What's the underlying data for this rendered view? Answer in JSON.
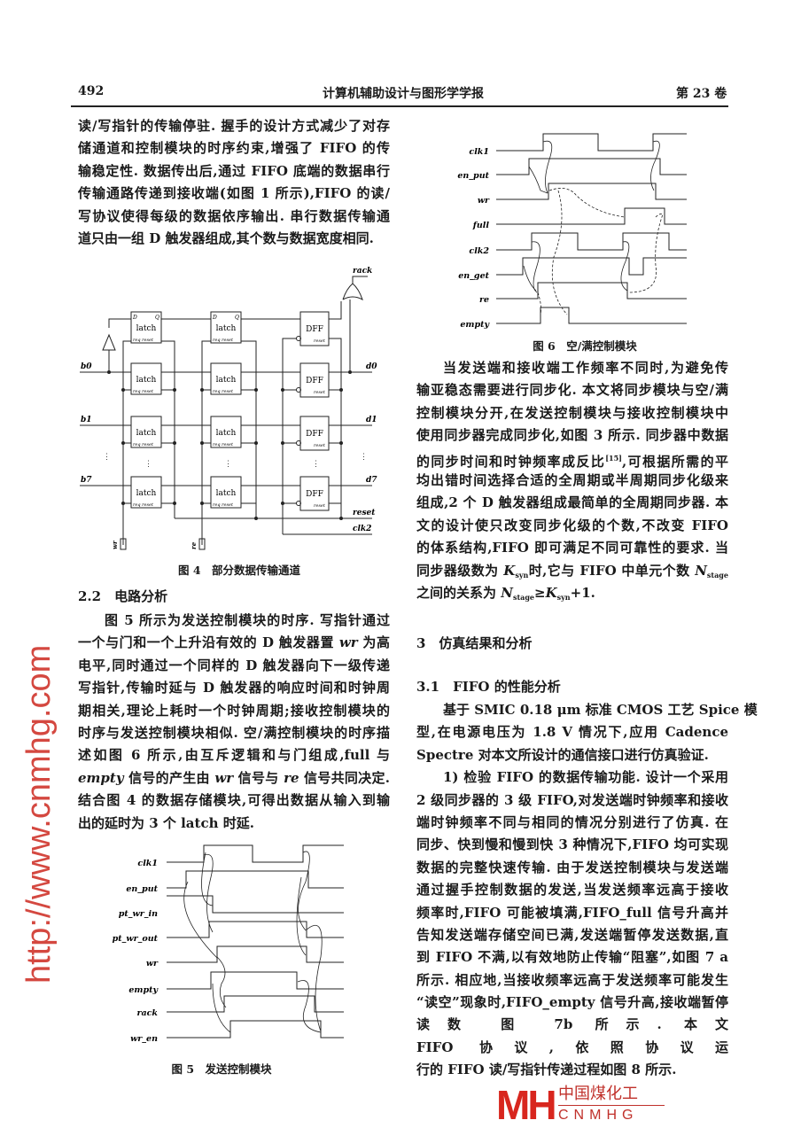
{
  "header": {
    "page_number": "492",
    "journal": "计算机辅助设计与图形学学报",
    "volume": "第 23 卷"
  },
  "left_col": {
    "para1": [
      "读/写指针的传输停驻. 握手的设计方式减少了对存",
      "储通道和控制模块的时序约束,增强了 FIFO 的传",
      "输稳定性. 数据传出后,通过 FIFO 底端的数据串行",
      "传输通路传递到接收端(如图 1 所示),FIFO 的读/",
      "写协议使得每级的数据依序输出. 串行数据传输通",
      "道只由一组 D 触发器组成,其个数与数据宽度相同."
    ],
    "fig4": {
      "caption": "图 4　部分数据传输通道",
      "latch": "latch",
      "dff": "DFF",
      "d": "D",
      "q": "Q",
      "req_reset": "req reset",
      "reset_small": "reset",
      "inputs": [
        "b0",
        "b1",
        "b7"
      ],
      "outputs": [
        "d0",
        "d1",
        "d7"
      ],
      "rack": "rack",
      "reset": "reset",
      "clk2": "clk2",
      "wr": "wr",
      "re": "re"
    },
    "section_2_2": "2.2　电路分析",
    "para2": [
      [
        "图 5 所示为发送控制模块的时序. 写指针通过"
      ],
      [
        "一个与门和一个上升沿有效的 D 触发器置 ",
        {
          "it": "wr"
        },
        " 为高"
      ],
      [
        "电平,同时通过一个同样的 D 触发器向下一级传递"
      ],
      [
        "写指针,传输时延与 D 触发器的响应时间和时钟周"
      ],
      [
        "期相关,理论上耗时一个时钟周期;接收控制模块的"
      ],
      [
        "时序与发送控制模块相似. 空/满控制模块的时序描"
      ],
      [
        "述如图 6 所示,由互斥逻辑和与门组成,full 与"
      ],
      [
        {
          "it": "empty"
        },
        " 信号的产生由 ",
        {
          "it": "wr"
        },
        " 信号与 ",
        {
          "it": "re"
        },
        " 信号共同决定."
      ],
      [
        "结合图 4 的数据存储模块,可得出数据从输入到输"
      ],
      [
        "出的延时为 3 个 latch 时延."
      ]
    ],
    "fig5": {
      "caption": "图 5　发送控制模块",
      "signals": [
        "clk1",
        "en_put",
        "pt_wr_in",
        "pt_wr_out",
        "wr",
        "empty",
        "rack",
        "wr_en"
      ]
    }
  },
  "right_col": {
    "fig6": {
      "caption": "图 6　空/满控制模块",
      "signals": [
        "clk1",
        "en_put",
        "wr",
        "full",
        "clk2",
        "en_get",
        "re",
        "empty"
      ]
    },
    "para1": [
      [
        "当发送端和接收端工作频率不同时,为避免传"
      ],
      [
        "输亚稳态需要进行同步化. 本文将同步模块与空/满"
      ],
      [
        "控制模块分开,在发送控制模块与接收控制模块中"
      ],
      [
        "使用同步器完成同步化,如图 3 所示. 同步器中数据"
      ],
      [
        "的同步时间和时钟频率成反比",
        {
          "sup": "[15]"
        },
        ",可根据所需的平"
      ],
      [
        "均出错时间选择合适的全周期或半周期同步化级来"
      ],
      [
        "组成,2 个 D 触发器组成最简单的全周期同步器. 本"
      ],
      [
        "文的设计使只改变同步化级的个数,不改变 FIFO"
      ],
      [
        "的体系结构,FIFO 即可满足不同可靠性的要求. 当"
      ],
      [
        "同步器级数为 ",
        {
          "it": "K"
        },
        {
          "sub": "syn"
        },
        "时,它与 FIFO 中单元个数 ",
        {
          "it": "N"
        },
        {
          "sub": "stage"
        }
      ],
      [
        "之间的关系为 ",
        {
          "it": "N"
        },
        {
          "sub": "stage"
        },
        "≥",
        {
          "it": "K"
        },
        {
          "sub": "syn"
        },
        "+1."
      ]
    ],
    "section_3": "3　仿真结果和分析",
    "section_3_1": "3.1　FIFO 的性能分析",
    "para2": [
      [
        "基于 SMIC 0.18 μm 标准 CMOS 工艺 Spice 模"
      ],
      [
        "型,在电源电压为 1.8 V 情况下,应用 Cadence"
      ],
      [
        "Spectre 对本文所设计的通信接口进行仿真验证."
      ],
      [
        "1) 检验 FIFO 的数据传输功能. 设计一个采用"
      ],
      [
        "2 级同步器的 3 级 FIFO,对发送端时钟频率和接收"
      ],
      [
        "端时钟频率不同与相同的情况分别进行了仿真. 在"
      ],
      [
        "同步、快到慢和慢到快 3 种情况下,FIFO 均可实现"
      ],
      [
        "数据的完整快速传输. 由于发送控制模块与发送端"
      ],
      [
        "通过握手控制数据的发送,当发送频率远高于接收"
      ],
      [
        "频率时,FIFO 可能被填满,FIFO_full 信号升高并"
      ],
      [
        "告知发送端存储空间已满,发送端暂停发送数据,直"
      ],
      [
        "到 FIFO 不满,以有效地防止传输“阻塞”,如图 7 a"
      ],
      [
        "所示. 相应地,当接收频率远高于发送频率可能发生"
      ],
      [
        "“读空”现象时,FIFO_empty 信号升高,接收端暂停"
      ],
      [
        "读数                                    图 7b 所示. 本文"
      ],
      [
        "FIFO                                    协议,依照协议运"
      ],
      [
        "行的 FIFO 读/写指针传递过程如图 8 所示."
      ]
    ]
  },
  "watermark": {
    "url": "http://www.cnmhg.com",
    "logo_letters": "MH",
    "logo_cn": "中国煤化工",
    "logo_en": "CNMHG"
  }
}
